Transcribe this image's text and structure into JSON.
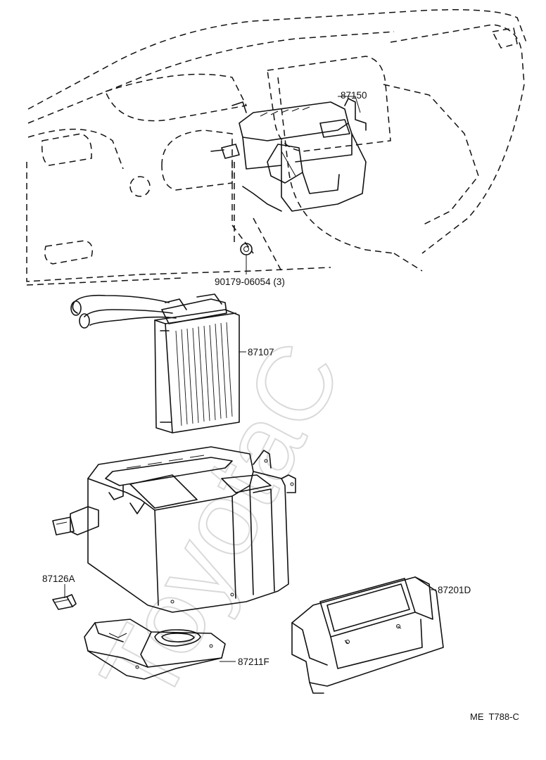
{
  "parts": {
    "heater_unit_assy": "87150",
    "clip": "90179-06054 (3)",
    "heater_radiator": "87107",
    "damper_part": "87126A",
    "blower_duct": "87201D",
    "lower_case": "87211F"
  },
  "illustration_code": "ME  T788-C",
  "watermark": "ToyotaC"
}
